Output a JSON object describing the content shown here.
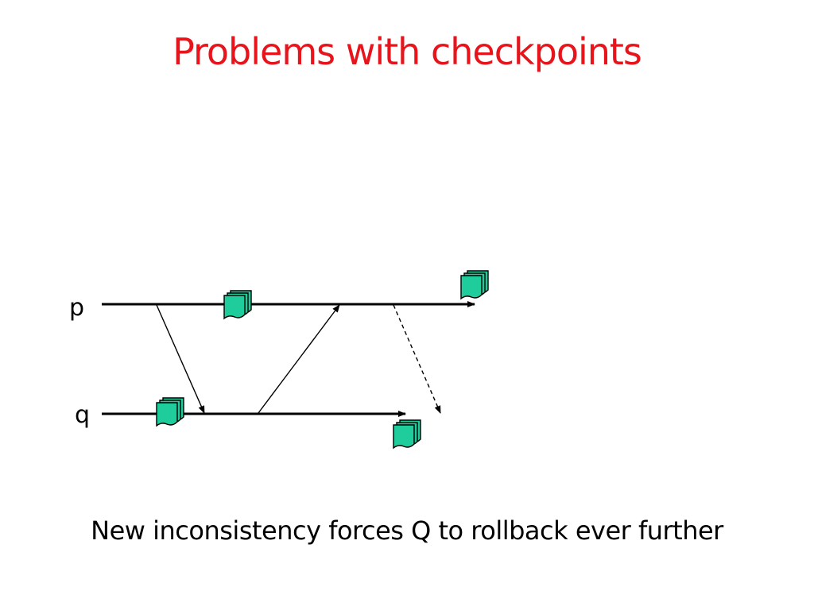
{
  "slide": {
    "title": "Problems with checkpoints",
    "caption": "New inconsistency forces Q to rollback ever further",
    "title_color": "#e8141c"
  },
  "diagram": {
    "processes": [
      {
        "id": "p",
        "label": "p"
      },
      {
        "id": "q",
        "label": "q"
      }
    ],
    "messages": [
      {
        "from": "p",
        "to": "q",
        "style": "solid"
      },
      {
        "from": "q",
        "to": "p",
        "style": "solid"
      },
      {
        "from": "p",
        "to": "q",
        "style": "dashed"
      }
    ],
    "checkpoint_icon": "stacked-document-icon",
    "checkpoint_color": "#1fcc9c",
    "checkpoints": [
      {
        "process": "p",
        "order": 1
      },
      {
        "process": "p",
        "order": 2
      },
      {
        "process": "q",
        "order": 1
      },
      {
        "process": "q",
        "order": 2
      }
    ]
  }
}
